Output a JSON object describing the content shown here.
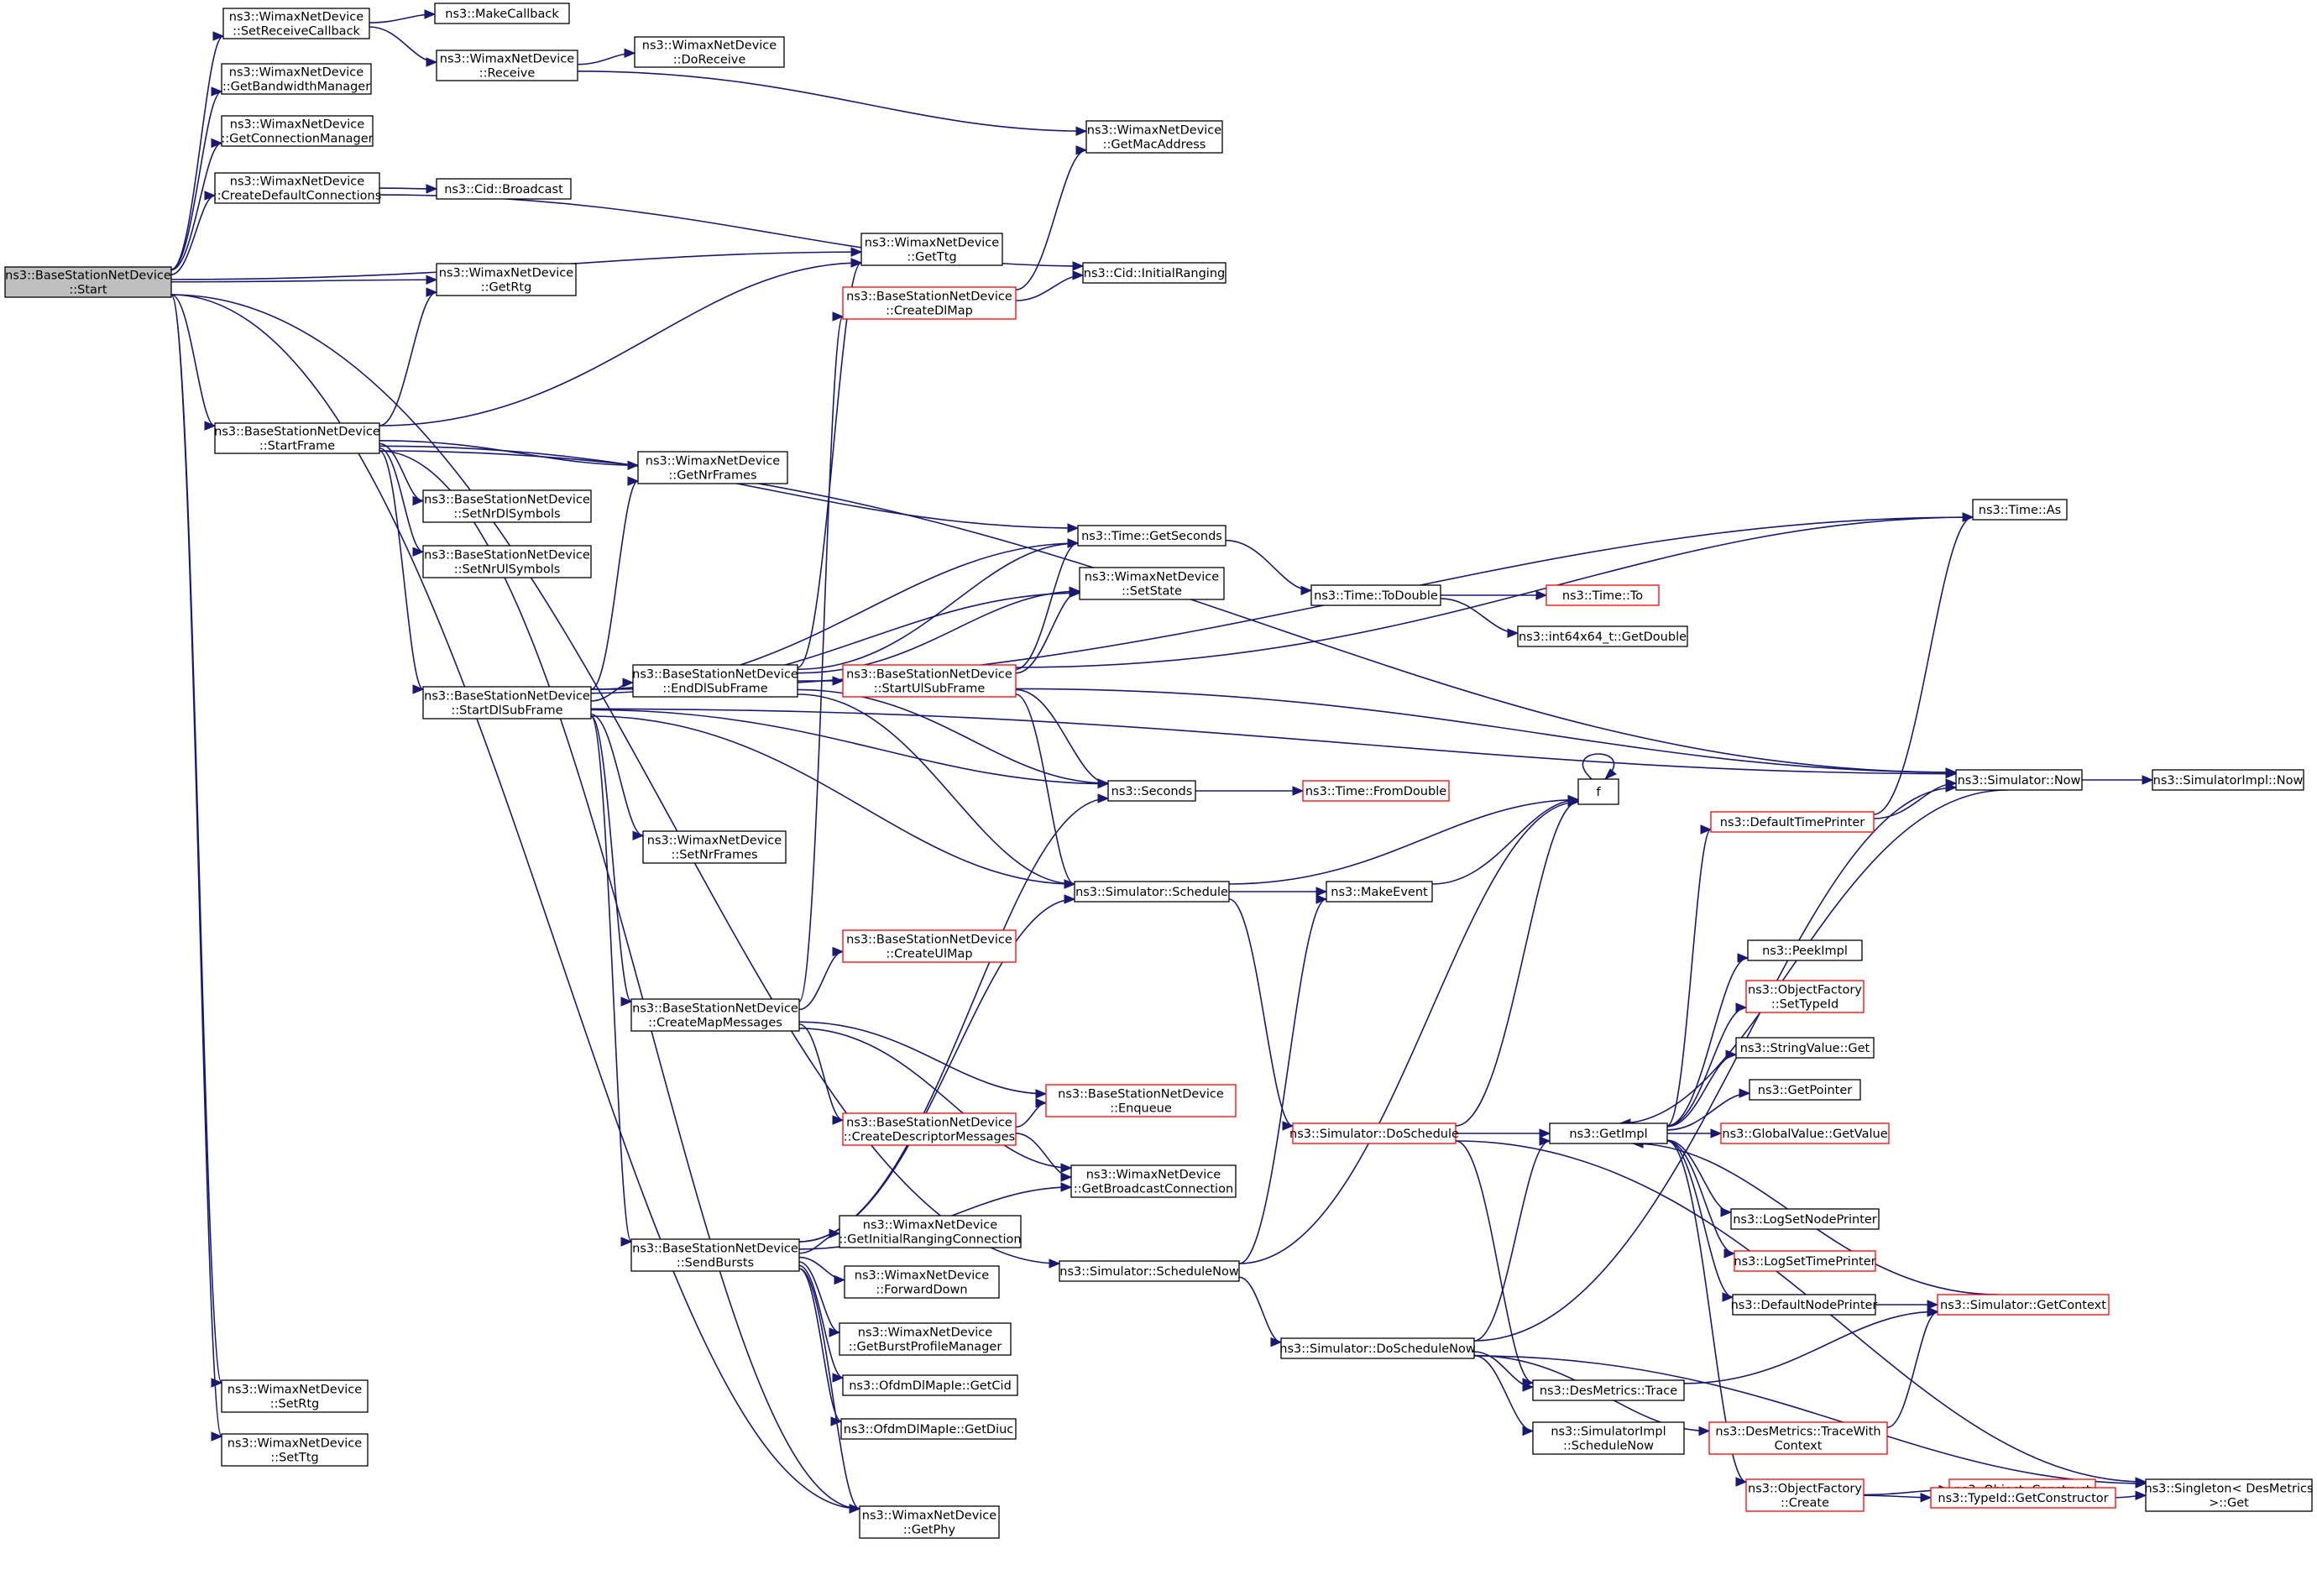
{
  "nodes": [
    {
      "id": "start",
      "lines": [
        "ns3::BaseStationNetDevice",
        "::Start"
      ],
      "style": "root"
    },
    {
      "id": "setReceiveCallback",
      "lines": [
        "ns3::WimaxNetDevice",
        "::SetReceiveCallback"
      ],
      "style": "normal"
    },
    {
      "id": "makeCallback",
      "lines": [
        "ns3::MakeCallback"
      ],
      "style": "normal"
    },
    {
      "id": "receive",
      "lines": [
        "ns3::WimaxNetDevice",
        "::Receive"
      ],
      "style": "normal"
    },
    {
      "id": "doReceive",
      "lines": [
        "ns3::WimaxNetDevice",
        "::DoReceive"
      ],
      "style": "normal"
    },
    {
      "id": "getMacAddress",
      "lines": [
        "ns3::WimaxNetDevice",
        "::GetMacAddress"
      ],
      "style": "normal"
    },
    {
      "id": "getBandwidthManager",
      "lines": [
        "ns3::WimaxNetDevice",
        "::GetBandwidthManager"
      ],
      "style": "normal"
    },
    {
      "id": "getConnectionManager",
      "lines": [
        "ns3::WimaxNetDevice",
        "::GetConnectionManager"
      ],
      "style": "normal"
    },
    {
      "id": "createDefaultConnections",
      "lines": [
        "ns3::WimaxNetDevice",
        "::CreateDefaultConnections"
      ],
      "style": "normal"
    },
    {
      "id": "cidBroadcast",
      "lines": [
        "ns3::Cid::Broadcast"
      ],
      "style": "normal"
    },
    {
      "id": "getTtg",
      "lines": [
        "ns3::WimaxNetDevice",
        "::GetTtg"
      ],
      "style": "normal"
    },
    {
      "id": "cidInitialRanging",
      "lines": [
        "ns3::Cid::InitialRanging"
      ],
      "style": "normal"
    },
    {
      "id": "createDlMap",
      "lines": [
        "ns3::BaseStationNetDevice",
        "::CreateDlMap"
      ],
      "style": "red"
    },
    {
      "id": "getRtg",
      "lines": [
        "ns3::WimaxNetDevice",
        "::GetRtg"
      ],
      "style": "normal"
    },
    {
      "id": "startFrame",
      "lines": [
        "ns3::BaseStationNetDevice",
        "::StartFrame"
      ],
      "style": "normal"
    },
    {
      "id": "getNrFrames",
      "lines": [
        "ns3::WimaxNetDevice",
        "::GetNrFrames"
      ],
      "style": "normal"
    },
    {
      "id": "setNrDlSymbols",
      "lines": [
        "ns3::BaseStationNetDevice",
        "::SetNrDlSymbols"
      ],
      "style": "normal"
    },
    {
      "id": "setNrUlSymbols",
      "lines": [
        "ns3::BaseStationNetDevice",
        "::SetNrUlSymbols"
      ],
      "style": "normal"
    },
    {
      "id": "timeAs",
      "lines": [
        "ns3::Time::As"
      ],
      "style": "normal"
    },
    {
      "id": "timeGetSeconds",
      "lines": [
        "ns3::Time::GetSeconds"
      ],
      "style": "normal"
    },
    {
      "id": "setState",
      "lines": [
        "ns3::WimaxNetDevice",
        "::SetState"
      ],
      "style": "normal"
    },
    {
      "id": "timeToDouble",
      "lines": [
        "ns3::Time::ToDouble"
      ],
      "style": "normal"
    },
    {
      "id": "timeTo",
      "lines": [
        "ns3::Time::To"
      ],
      "style": "red"
    },
    {
      "id": "int64GetDouble",
      "lines": [
        "ns3::int64x64_t::GetDouble"
      ],
      "style": "normal"
    },
    {
      "id": "startDlSubFrame",
      "lines": [
        "ns3::BaseStationNetDevice",
        "::StartDlSubFrame"
      ],
      "style": "normal"
    },
    {
      "id": "endDlSubFrame",
      "lines": [
        "ns3::BaseStationNetDevice",
        "::EndDlSubFrame"
      ],
      "style": "normal"
    },
    {
      "id": "startUlSubFrame",
      "lines": [
        "ns3::BaseStationNetDevice",
        "::StartUlSubFrame"
      ],
      "style": "red"
    },
    {
      "id": "seconds",
      "lines": [
        "ns3::Seconds"
      ],
      "style": "normal"
    },
    {
      "id": "timeFromDouble",
      "lines": [
        "ns3::Time::FromDouble"
      ],
      "style": "red"
    },
    {
      "id": "f",
      "lines": [
        "f"
      ],
      "style": "normal"
    },
    {
      "id": "simulatorNow",
      "lines": [
        "ns3::Simulator::Now"
      ],
      "style": "normal"
    },
    {
      "id": "simulatorImplNow",
      "lines": [
        "ns3::SimulatorImpl::Now"
      ],
      "style": "normal"
    },
    {
      "id": "defaultTimePrinter",
      "lines": [
        "ns3::DefaultTimePrinter"
      ],
      "style": "red"
    },
    {
      "id": "setNrFrames",
      "lines": [
        "ns3::WimaxNetDevice",
        "::SetNrFrames"
      ],
      "style": "normal"
    },
    {
      "id": "simulatorSchedule",
      "lines": [
        "ns3::Simulator::Schedule"
      ],
      "style": "normal"
    },
    {
      "id": "makeEvent",
      "lines": [
        "ns3::MakeEvent"
      ],
      "style": "normal"
    },
    {
      "id": "createUlMap",
      "lines": [
        "ns3::BaseStationNetDevice",
        "::CreateUlMap"
      ],
      "style": "red"
    },
    {
      "id": "createMapMessages",
      "lines": [
        "ns3::BaseStationNetDevice",
        "::CreateMapMessages"
      ],
      "style": "normal"
    },
    {
      "id": "peekImpl",
      "lines": [
        "ns3::PeekImpl"
      ],
      "style": "normal"
    },
    {
      "id": "objectFactorySetTypeId",
      "lines": [
        "ns3::ObjectFactory",
        "::SetTypeId"
      ],
      "style": "red"
    },
    {
      "id": "stringValueGet",
      "lines": [
        "ns3::StringValue::Get"
      ],
      "style": "normal"
    },
    {
      "id": "getPointer",
      "lines": [
        "ns3::GetPointer"
      ],
      "style": "normal"
    },
    {
      "id": "enqueue",
      "lines": [
        "ns3::BaseStationNetDevice",
        "::Enqueue"
      ],
      "style": "red"
    },
    {
      "id": "createDescriptorMessages",
      "lines": [
        "ns3::BaseStationNetDevice",
        "::CreateDescriptorMessages"
      ],
      "style": "red"
    },
    {
      "id": "simulatorDoSchedule",
      "lines": [
        "ns3::Simulator::DoSchedule"
      ],
      "style": "red"
    },
    {
      "id": "getImpl",
      "lines": [
        "ns3::GetImpl"
      ],
      "style": "normal"
    },
    {
      "id": "globalValueGetValue",
      "lines": [
        "ns3::GlobalValue::GetValue"
      ],
      "style": "red"
    },
    {
      "id": "getBroadcastConnection",
      "lines": [
        "ns3::WimaxNetDevice",
        "::GetBroadcastConnection"
      ],
      "style": "normal"
    },
    {
      "id": "logSetNodePrinter",
      "lines": [
        "ns3::LogSetNodePrinter"
      ],
      "style": "normal"
    },
    {
      "id": "getInitialRangingConnection",
      "lines": [
        "ns3::WimaxNetDevice",
        "::GetInitialRangingConnection"
      ],
      "style": "normal"
    },
    {
      "id": "sendBursts",
      "lines": [
        "ns3::BaseStationNetDevice",
        "::SendBursts"
      ],
      "style": "normal"
    },
    {
      "id": "logSetTimePrinter",
      "lines": [
        "ns3::LogSetTimePrinter"
      ],
      "style": "red"
    },
    {
      "id": "simulatorScheduleNow",
      "lines": [
        "ns3::Simulator::ScheduleNow"
      ],
      "style": "normal"
    },
    {
      "id": "forwardDown",
      "lines": [
        "ns3::WimaxNetDevice",
        "::ForwardDown"
      ],
      "style": "normal"
    },
    {
      "id": "defaultNodePrinter",
      "lines": [
        "ns3::DefaultNodePrinter"
      ],
      "style": "normal"
    },
    {
      "id": "simulatorGetContext",
      "lines": [
        "ns3::Simulator::GetContext"
      ],
      "style": "red"
    },
    {
      "id": "getBurstProfileManager",
      "lines": [
        "ns3::WimaxNetDevice",
        "::GetBurstProfileManager"
      ],
      "style": "normal"
    },
    {
      "id": "simulatorDoScheduleNow",
      "lines": [
        "ns3::Simulator::DoScheduleNow"
      ],
      "style": "normal"
    },
    {
      "id": "desMetricsTrace",
      "lines": [
        "ns3::DesMetrics::Trace"
      ],
      "style": "normal"
    },
    {
      "id": "getCid",
      "lines": [
        "ns3::OfdmDlMapIe::GetCid"
      ],
      "style": "normal"
    },
    {
      "id": "setRtg",
      "lines": [
        "ns3::WimaxNetDevice",
        "::SetRtg"
      ],
      "style": "normal"
    },
    {
      "id": "getDiuc",
      "lines": [
        "ns3::OfdmDlMapIe::GetDiuc"
      ],
      "style": "normal"
    },
    {
      "id": "simulatorImplScheduleNow",
      "lines": [
        "ns3::SimulatorImpl",
        "::ScheduleNow"
      ],
      "style": "normal"
    },
    {
      "id": "desMetricsTraceWithContext",
      "lines": [
        "ns3::DesMetrics::TraceWith",
        "Context"
      ],
      "style": "red"
    },
    {
      "id": "setTtg",
      "lines": [
        "ns3::WimaxNetDevice",
        "::SetTtg"
      ],
      "style": "normal"
    },
    {
      "id": "objectConstruct",
      "lines": [
        "ns3::Object::Construct"
      ],
      "style": "red"
    },
    {
      "id": "objectFactoryCreate",
      "lines": [
        "ns3::ObjectFactory",
        "::Create"
      ],
      "style": "red"
    },
    {
      "id": "typeIdGetConstructor",
      "lines": [
        "ns3::TypeId::GetConstructor"
      ],
      "style": "red"
    },
    {
      "id": "singletonGet",
      "lines": [
        "ns3::Singleton< DesMetrics",
        " >::Get"
      ],
      "style": "normal"
    },
    {
      "id": "getPhy",
      "lines": [
        "ns3::WimaxNetDevice",
        "::GetPhy"
      ],
      "style": "normal"
    }
  ],
  "edges": [
    [
      "start",
      "setReceiveCallback"
    ],
    [
      "start",
      "getBandwidthManager"
    ],
    [
      "start",
      "getConnectionManager"
    ],
    [
      "start",
      "createDefaultConnections"
    ],
    [
      "start",
      "getTtg"
    ],
    [
      "start",
      "getRtg"
    ],
    [
      "start",
      "startFrame"
    ],
    [
      "start",
      "setRtg"
    ],
    [
      "start",
      "setTtg"
    ],
    [
      "start",
      "getPhy"
    ],
    [
      "start",
      "simulatorScheduleNow"
    ],
    [
      "setReceiveCallback",
      "makeCallback"
    ],
    [
      "setReceiveCallback",
      "receive"
    ],
    [
      "receive",
      "doReceive"
    ],
    [
      "receive",
      "getMacAddress"
    ],
    [
      "createDefaultConnections",
      "cidBroadcast"
    ],
    [
      "createDefaultConnections",
      "cidInitialRanging"
    ],
    [
      "createDlMap",
      "getMacAddress"
    ],
    [
      "createDlMap",
      "cidInitialRanging"
    ],
    [
      "startFrame",
      "getRtg"
    ],
    [
      "startFrame",
      "getTtg"
    ],
    [
      "startFrame",
      "getNrFrames"
    ],
    [
      "startFrame",
      "setNrDlSymbols"
    ],
    [
      "startFrame",
      "setNrUlSymbols"
    ],
    [
      "startFrame",
      "startDlSubFrame"
    ],
    [
      "startFrame",
      "timeGetSeconds"
    ],
    [
      "startFrame",
      "simulatorNow"
    ],
    [
      "startFrame",
      "getPhy"
    ],
    [
      "startDlSubFrame",
      "getNrFrames"
    ],
    [
      "startDlSubFrame",
      "timeAs"
    ],
    [
      "startDlSubFrame",
      "timeGetSeconds"
    ],
    [
      "startDlSubFrame",
      "setState"
    ],
    [
      "startDlSubFrame",
      "endDlSubFrame"
    ],
    [
      "startDlSubFrame",
      "simulatorNow"
    ],
    [
      "startDlSubFrame",
      "seconds"
    ],
    [
      "startDlSubFrame",
      "setNrFrames"
    ],
    [
      "startDlSubFrame",
      "simulatorSchedule"
    ],
    [
      "startDlSubFrame",
      "createMapMessages"
    ],
    [
      "startDlSubFrame",
      "sendBursts"
    ],
    [
      "endDlSubFrame",
      "getTtg"
    ],
    [
      "endDlSubFrame",
      "timeGetSeconds"
    ],
    [
      "endDlSubFrame",
      "setState"
    ],
    [
      "endDlSubFrame",
      "startUlSubFrame"
    ],
    [
      "endDlSubFrame",
      "seconds"
    ],
    [
      "endDlSubFrame",
      "simulatorSchedule"
    ],
    [
      "startUlSubFrame",
      "timeGetSeconds"
    ],
    [
      "startUlSubFrame",
      "setState"
    ],
    [
      "startUlSubFrame",
      "timeAs"
    ],
    [
      "startUlSubFrame",
      "simulatorNow"
    ],
    [
      "startUlSubFrame",
      "seconds"
    ],
    [
      "startUlSubFrame",
      "simulatorSchedule"
    ],
    [
      "timeGetSeconds",
      "timeToDouble"
    ],
    [
      "timeToDouble",
      "timeTo"
    ],
    [
      "timeToDouble",
      "int64GetDouble"
    ],
    [
      "seconds",
      "timeFromDouble"
    ],
    [
      "simulatorSchedule",
      "f"
    ],
    [
      "simulatorSchedule",
      "makeEvent"
    ],
    [
      "simulatorSchedule",
      "simulatorDoSchedule"
    ],
    [
      "makeEvent",
      "f"
    ],
    [
      "f",
      "f"
    ],
    [
      "simulatorNow",
      "simulatorImplNow"
    ],
    [
      "simulatorNow",
      "getImpl"
    ],
    [
      "defaultTimePrinter",
      "timeAs"
    ],
    [
      "defaultTimePrinter",
      "simulatorNow"
    ],
    [
      "createMapMessages",
      "createDlMap"
    ],
    [
      "createMapMessages",
      "createUlMap"
    ],
    [
      "createMapMessages",
      "enqueue"
    ],
    [
      "createMapMessages",
      "createDescriptorMessages"
    ],
    [
      "createMapMessages",
      "getBroadcastConnection"
    ],
    [
      "createDescriptorMessages",
      "enqueue"
    ],
    [
      "createDescriptorMessages",
      "getBroadcastConnection"
    ],
    [
      "simulatorDoSchedule",
      "f"
    ],
    [
      "simulatorDoSchedule",
      "getImpl"
    ],
    [
      "simulatorDoSchedule",
      "desMetricsTrace"
    ],
    [
      "simulatorDoSchedule",
      "singletonGet"
    ],
    [
      "getImpl",
      "defaultTimePrinter"
    ],
    [
      "getImpl",
      "peekImpl"
    ],
    [
      "getImpl",
      "objectFactorySetTypeId"
    ],
    [
      "getImpl",
      "stringValueGet"
    ],
    [
      "getImpl",
      "getPointer"
    ],
    [
      "getImpl",
      "globalValueGetValue"
    ],
    [
      "getImpl",
      "logSetNodePrinter"
    ],
    [
      "getImpl",
      "logSetTimePrinter"
    ],
    [
      "getImpl",
      "defaultNodePrinter"
    ],
    [
      "getImpl",
      "objectFactoryCreate"
    ],
    [
      "defaultNodePrinter",
      "simulatorGetContext"
    ],
    [
      "simulatorGetContext",
      "getImpl"
    ],
    [
      "sendBursts",
      "seconds"
    ],
    [
      "sendBursts",
      "simulatorSchedule"
    ],
    [
      "sendBursts",
      "getInitialRangingConnection"
    ],
    [
      "sendBursts",
      "forwardDown"
    ],
    [
      "sendBursts",
      "getBurstProfileManager"
    ],
    [
      "sendBursts",
      "getCid"
    ],
    [
      "sendBursts",
      "getDiuc"
    ],
    [
      "sendBursts",
      "getPhy"
    ],
    [
      "sendBursts",
      "getBroadcastConnection"
    ],
    [
      "simulatorScheduleNow",
      "makeEvent"
    ],
    [
      "simulatorScheduleNow",
      "f"
    ],
    [
      "simulatorScheduleNow",
      "simulatorDoScheduleNow"
    ],
    [
      "simulatorDoScheduleNow",
      "simulatorNow"
    ],
    [
      "simulatorDoScheduleNow",
      "getImpl"
    ],
    [
      "simulatorDoScheduleNow",
      "desMetricsTrace"
    ],
    [
      "simulatorDoScheduleNow",
      "simulatorImplScheduleNow"
    ],
    [
      "simulatorDoScheduleNow",
      "desMetricsTraceWithContext"
    ],
    [
      "simulatorDoScheduleNow",
      "singletonGet"
    ],
    [
      "desMetricsTrace",
      "simulatorGetContext"
    ],
    [
      "desMetricsTraceWithContext",
      "simulatorGetContext"
    ],
    [
      "objectFactoryCreate",
      "objectConstruct"
    ],
    [
      "objectFactoryCreate",
      "typeIdGetConstructor"
    ],
    [
      "typeIdGetConstructor",
      "singletonGet"
    ]
  ],
  "colors": {
    "edge": "#191970",
    "node_border": "#000000",
    "node_border_incomplete": "#ff0000",
    "root_fill": "#bfbfbf",
    "background": "#ffffff"
  }
}
